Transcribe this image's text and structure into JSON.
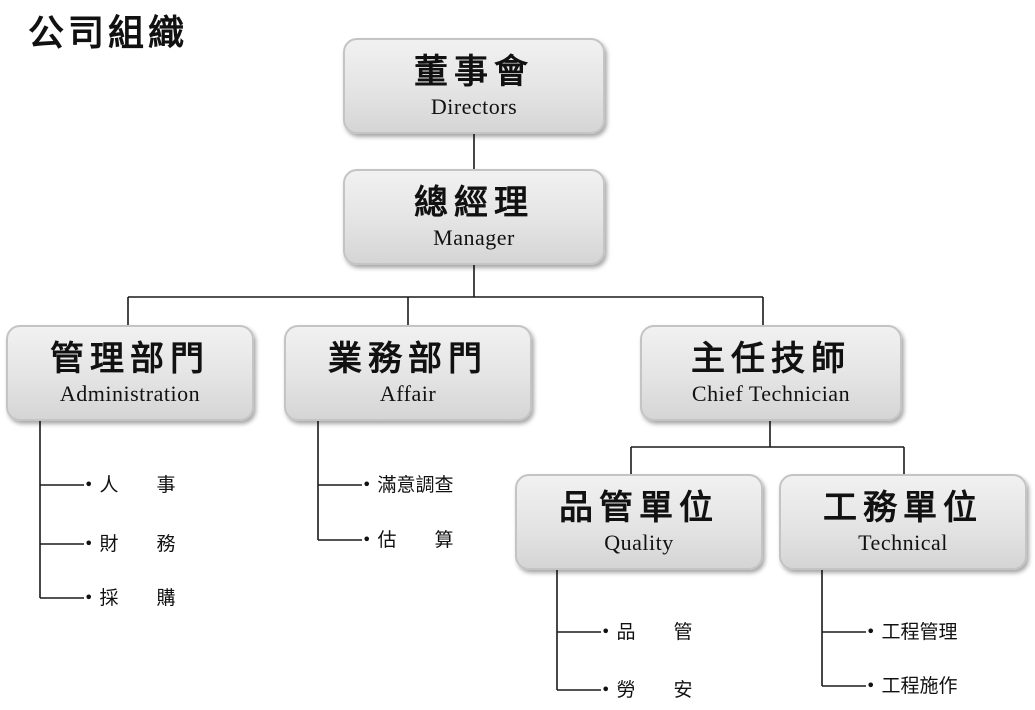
{
  "title": "公司組織",
  "nodes": {
    "directors": {
      "cn": "董事會",
      "en": "Directors"
    },
    "manager": {
      "cn": "總經理",
      "en": "Manager"
    },
    "admin": {
      "cn": "管理部門",
      "en": "Administration"
    },
    "affair": {
      "cn": "業務部門",
      "en": "Affair"
    },
    "chief": {
      "cn": "主任技師",
      "en": "Chief Technician"
    },
    "quality": {
      "cn": "品管單位",
      "en": "Quality"
    },
    "technical": {
      "cn": "工務單位",
      "en": "Technical"
    }
  },
  "items": {
    "admin": [
      "人　　事",
      "財　　務",
      "採　　購"
    ],
    "affair": [
      "滿意調查",
      "估　　算"
    ],
    "quality": [
      "品　　管",
      "勞　　安"
    ],
    "technical": [
      "工程管理",
      "工程施作"
    ]
  },
  "bullet": "•"
}
